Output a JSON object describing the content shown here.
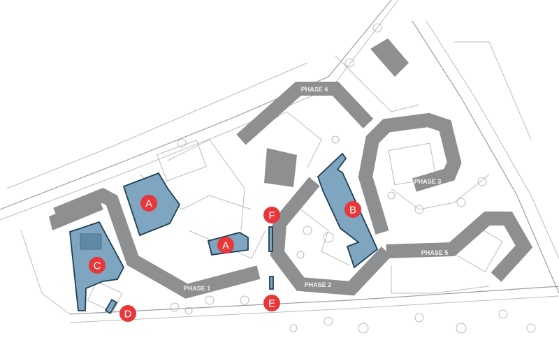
{
  "colors": {
    "phase_band": "#8d8f91",
    "zone_fill": "#7ea6c1",
    "zone_outline": "#1f3f55",
    "marker": "#e8363a"
  },
  "phases": [
    {
      "id": "phase1",
      "label": "PHASE 1"
    },
    {
      "id": "phase2",
      "label": "PHASE 2"
    },
    {
      "id": "phase3",
      "label": "PHASE 3"
    },
    {
      "id": "phase4",
      "label": "PHASE 4"
    },
    {
      "id": "phase5",
      "label": "PHASE 5"
    }
  ],
  "markers": [
    {
      "id": "a1",
      "label": "A"
    },
    {
      "id": "a2",
      "label": "A"
    },
    {
      "id": "b",
      "label": "B"
    },
    {
      "id": "c",
      "label": "C"
    },
    {
      "id": "d",
      "label": "D"
    },
    {
      "id": "e",
      "label": "E"
    },
    {
      "id": "f",
      "label": "F"
    }
  ]
}
